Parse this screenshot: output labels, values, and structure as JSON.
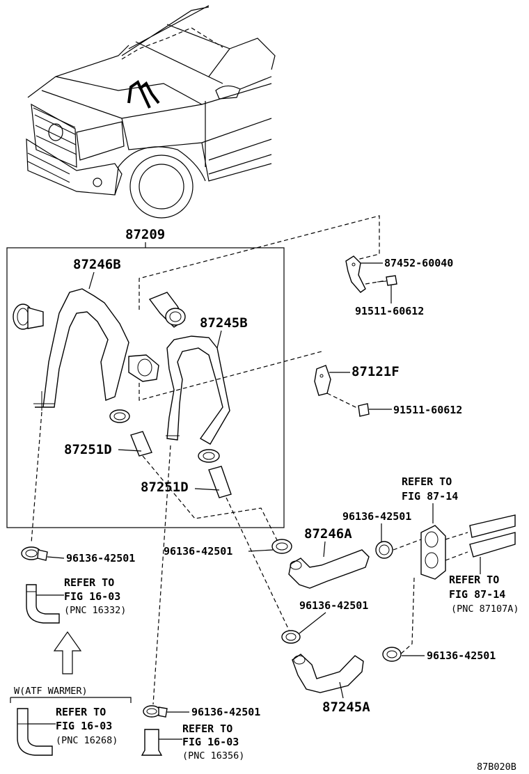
{
  "labels": {
    "assy": "87209",
    "hose_246b": "87246B",
    "hose_245b": "87245B",
    "bracket_452": "87452-60040",
    "bolt_511_a": "91511-60612",
    "bracket_121f": "87121F",
    "bolt_511_b": "91511-60612",
    "pipe_251d_a": "87251D",
    "pipe_251d_b": "87251D",
    "hose_246a": "87246A",
    "hose_245a": "87245A",
    "clamp_left": "96136-42501",
    "clamp_mid": "96136-42501",
    "clamp_246a": "96136-42501",
    "clamp_lower": "96136-42501",
    "clamp_right": "96136-42501",
    "clamp_bottom": "96136-42501",
    "fig_code": "87B020B"
  },
  "refs": {
    "left": {
      "line1": "REFER TO",
      "line2": "FIG 16-03",
      "line3": "(PNC 16332)"
    },
    "atf": {
      "line1": "REFER TO",
      "line2": "FIG 16-03",
      "line3": "(PNC 16268)"
    },
    "bottom": {
      "line1": "REFER TO",
      "line2": "FIG 16-03",
      "line3": "(PNC 16356)"
    },
    "top_right": {
      "line1": "REFER TO",
      "line2": "FIG 87-14"
    },
    "right": {
      "line1": "REFER TO",
      "line2": "FIG 87-14",
      "line3": "(PNC 87107A)"
    }
  },
  "atf_box_title": "W(ATF WARMER)"
}
